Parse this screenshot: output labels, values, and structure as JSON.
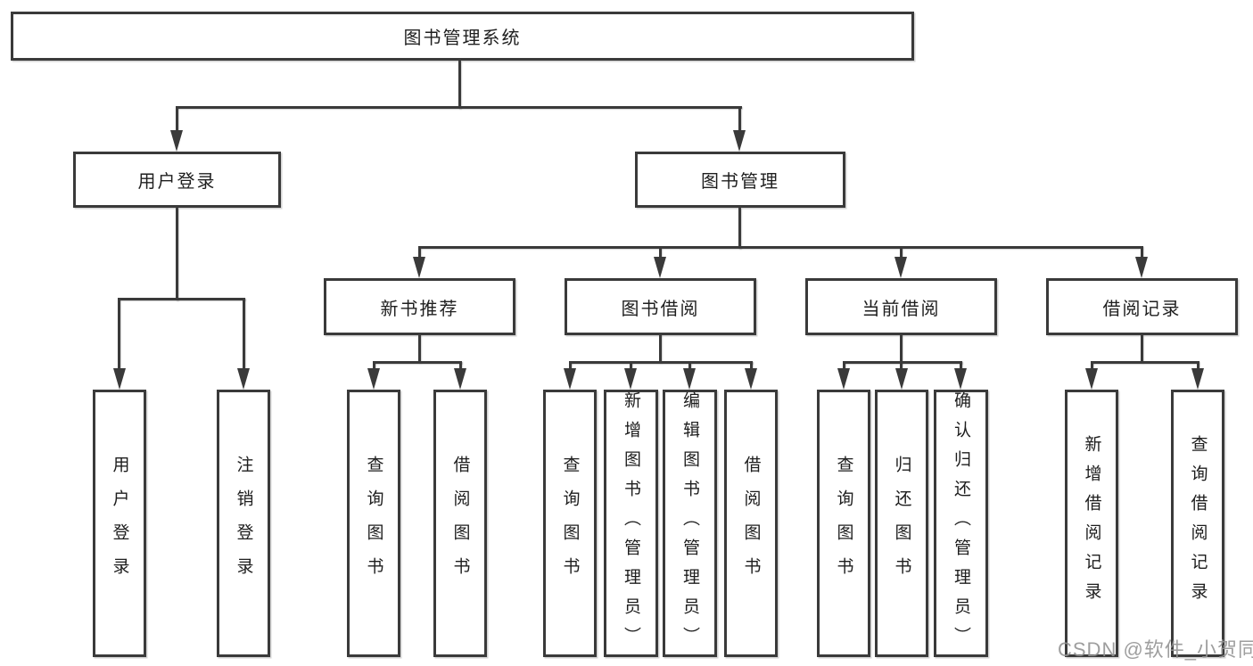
{
  "colors": {
    "line": "#3a3a3a",
    "text": "#1f1f1f",
    "watermark": "#949494",
    "background": "#ffffff"
  },
  "root": {
    "label": "图书管理系统"
  },
  "branches": [
    {
      "label": "用户登录",
      "leaves": [
        {
          "label": "用户登录"
        },
        {
          "label": "注销登录"
        }
      ]
    },
    {
      "label": "图书管理",
      "sections": [
        {
          "label": "新书推荐",
          "leaves": [
            {
              "label": "查询图书"
            },
            {
              "label": "借阅图书"
            }
          ]
        },
        {
          "label": "图书借阅",
          "leaves": [
            {
              "label": "查询图书"
            },
            {
              "label": "新增图书（管理员）"
            },
            {
              "label": "编辑图书（管理员）"
            },
            {
              "label": "借阅图书"
            }
          ]
        },
        {
          "label": "当前借阅",
          "leaves": [
            {
              "label": "查询图书"
            },
            {
              "label": "归还图书"
            },
            {
              "label": "确认归还（管理员）"
            }
          ]
        },
        {
          "label": "借阅记录",
          "leaves": [
            {
              "label": "新增借阅记录"
            },
            {
              "label": "查询借阅记录"
            }
          ]
        }
      ]
    }
  ],
  "watermark": {
    "text": "CSDN @软件_小贺同学"
  }
}
